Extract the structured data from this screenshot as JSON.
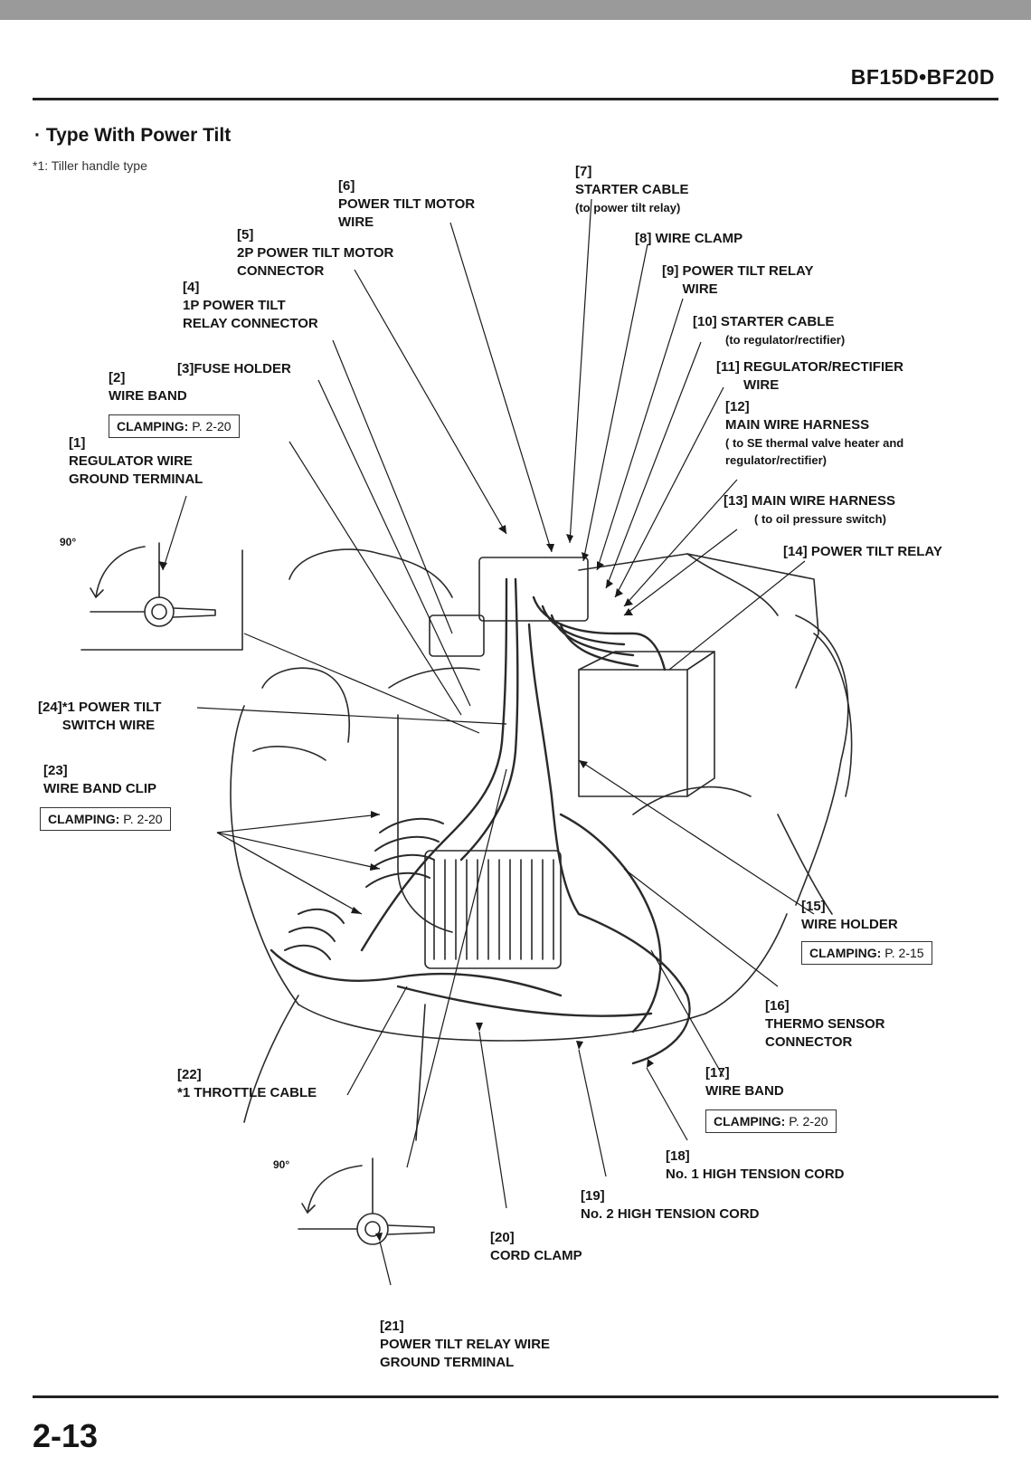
{
  "header": {
    "model": "BF15D•BF20D"
  },
  "section": {
    "title": "· Type With Power Tilt",
    "note": "*1: Tiller handle type"
  },
  "angles": {
    "upper": "90°",
    "lower": "90°"
  },
  "clamping_label": "CLAMPING:",
  "callouts": {
    "c1": {
      "num": "[1]",
      "text": "REGULATOR WIRE\nGROUND TERMINAL"
    },
    "c2": {
      "num": "[2]",
      "text": "WIRE BAND",
      "ref": "P. 2-20"
    },
    "c3": {
      "num": "[3]",
      "text": "FUSE HOLDER"
    },
    "c4": {
      "num": "[4]",
      "text": "1P POWER TILT\nRELAY CONNECTOR"
    },
    "c5": {
      "num": "[5]",
      "text": "2P POWER TILT MOTOR\nCONNECTOR"
    },
    "c6": {
      "num": "[6]",
      "text": "POWER TILT MOTOR\nWIRE"
    },
    "c7": {
      "num": "[7]",
      "text": "STARTER CABLE",
      "sub": "(to power tilt relay)"
    },
    "c8": {
      "num": "[8]",
      "text": "WIRE CLAMP"
    },
    "c9": {
      "num": "[9]",
      "text": "POWER TILT RELAY\nWIRE"
    },
    "c10": {
      "num": "[10]",
      "text": "STARTER CABLE",
      "sub": "(to regulator/rectifier)"
    },
    "c11": {
      "num": "[11]",
      "text": "REGULATOR/RECTIFIER\nWIRE"
    },
    "c12": {
      "num": "[12]",
      "text": "MAIN WIRE HARNESS",
      "sub": "( to SE thermal valve heater and\nregulator/rectifier)"
    },
    "c13": {
      "num": "[13]",
      "text": "MAIN WIRE HARNESS",
      "sub": "( to oil pressure switch)"
    },
    "c14": {
      "num": "[14]",
      "text": "POWER TILT RELAY"
    },
    "c15": {
      "num": "[15]",
      "text": "WIRE HOLDER",
      "ref": "P. 2-15"
    },
    "c16": {
      "num": "[16]",
      "text": "THERMO SENSOR\nCONNECTOR"
    },
    "c17": {
      "num": "[17]",
      "text": "WIRE BAND",
      "ref": "P. 2-20"
    },
    "c18": {
      "num": "[18]",
      "text": "No. 1 HIGH TENSION CORD"
    },
    "c19": {
      "num": "[19]",
      "text": "No. 2 HIGH TENSION CORD"
    },
    "c20": {
      "num": "[20]",
      "text": "CORD CLAMP"
    },
    "c21": {
      "num": "[21]",
      "text": "POWER TILT RELAY WIRE\nGROUND TERMINAL"
    },
    "c22": {
      "num": "[22]",
      "text": "*1 THROTTLE CABLE"
    },
    "c23": {
      "num": "[23]",
      "text": "WIRE BAND CLIP",
      "ref": "P. 2-20"
    },
    "c24": {
      "num": "[24]",
      "text": "*1 POWER TILT\nSWITCH WIRE"
    }
  },
  "page": {
    "number": "2-13"
  }
}
